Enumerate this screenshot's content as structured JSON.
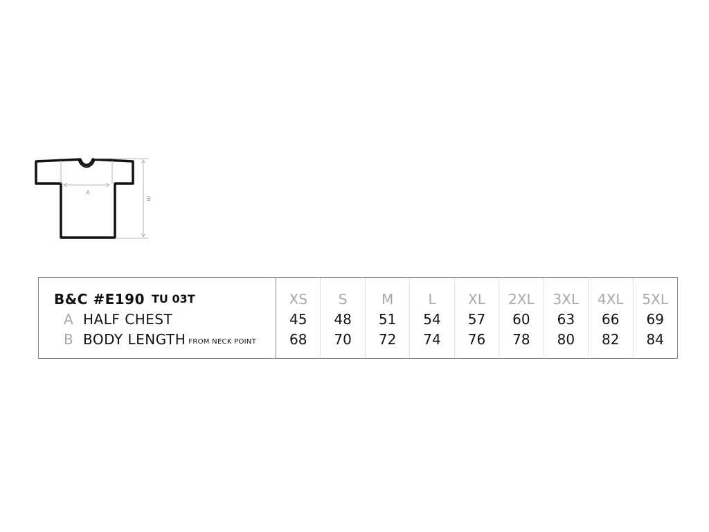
{
  "diagram": {
    "label_a": "A",
    "label_b": "B"
  },
  "table": {
    "product_code": "B&C #E190",
    "product_ref": "TU 03T",
    "rows": [
      {
        "letter": "A",
        "name": "HALF CHEST",
        "note": ""
      },
      {
        "letter": "B",
        "name": "BODY LENGTH",
        "note": "FROM NECK POINT"
      }
    ],
    "sizes": [
      "XS",
      "S",
      "M",
      "L",
      "XL",
      "2XL",
      "3XL",
      "4XL",
      "5XL"
    ],
    "half_chest": [
      "45",
      "48",
      "51",
      "54",
      "57",
      "60",
      "63",
      "66",
      "69"
    ],
    "body_length": [
      "68",
      "70",
      "72",
      "74",
      "76",
      "78",
      "80",
      "82",
      "84"
    ]
  },
  "colors": {
    "outline": "#111111",
    "measure_lines": "#b5b5b5",
    "table_border": "#8a8a8a",
    "muted_text": "#a8a8a8"
  }
}
